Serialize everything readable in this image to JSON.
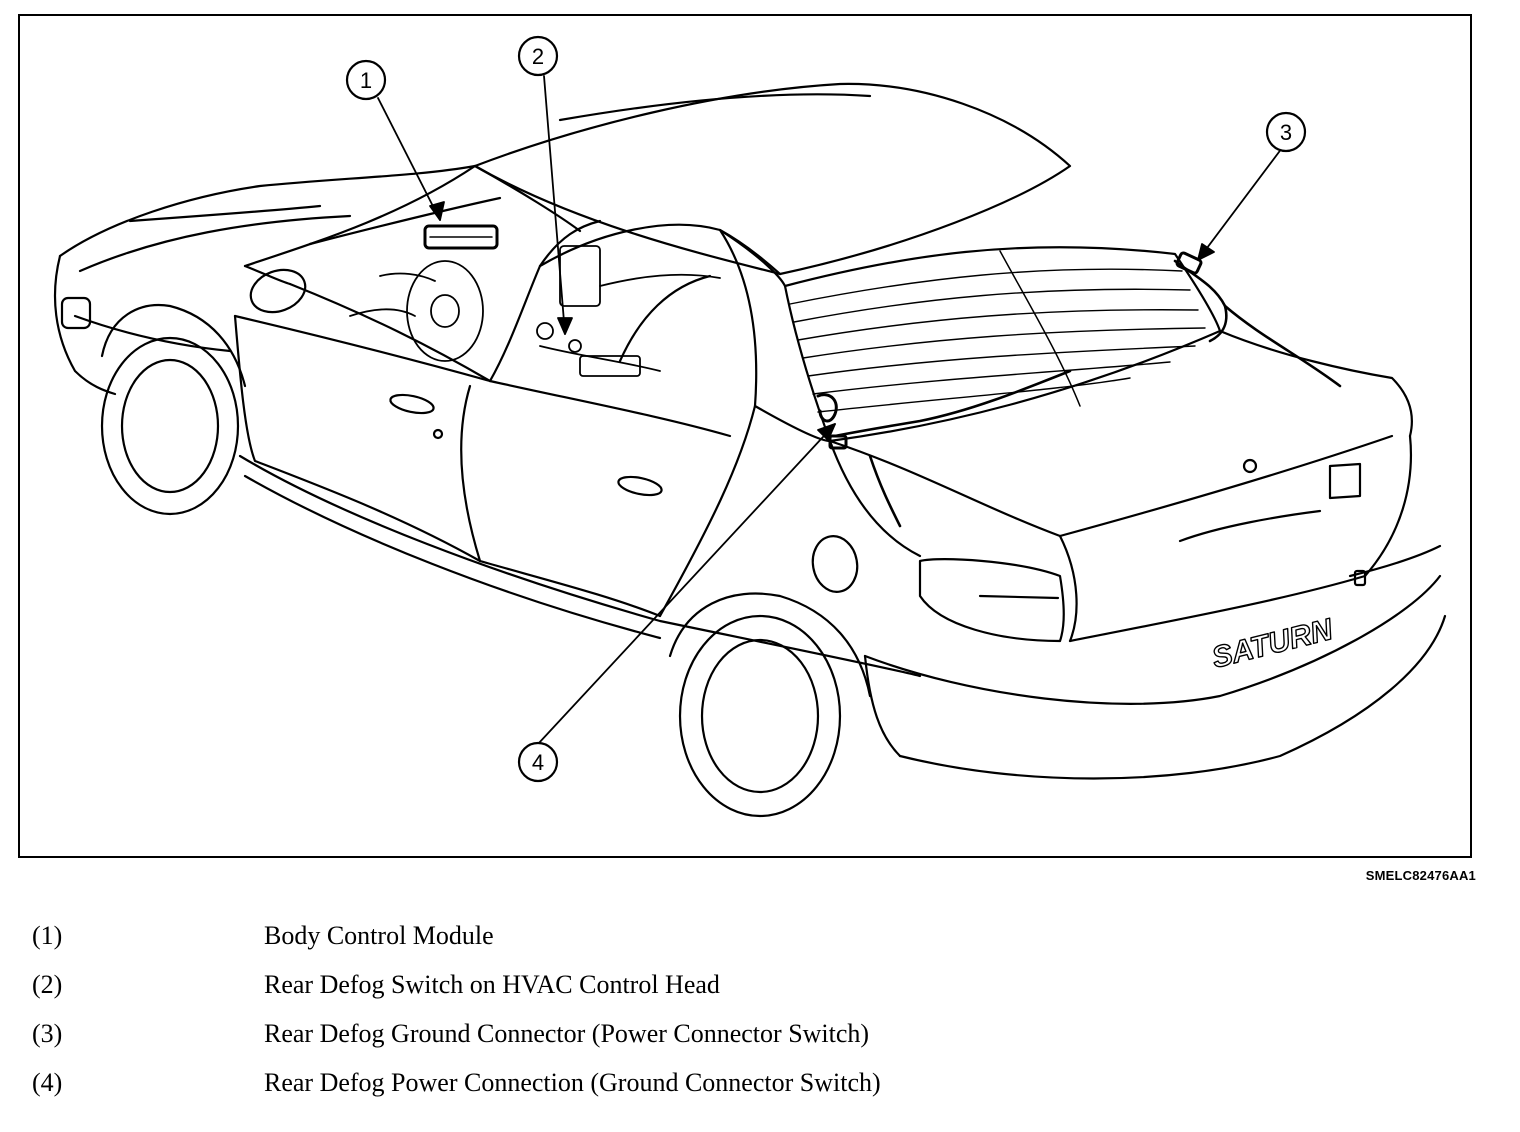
{
  "figure": {
    "code": "SMELC82476AA1",
    "callouts": [
      "1",
      "2",
      "3",
      "4"
    ],
    "badge_text": "SATURN"
  },
  "legend": [
    {
      "num": "(1)",
      "text": "Body Control Module"
    },
    {
      "num": "(2)",
      "text": "Rear Defog Switch on HVAC Control Head"
    },
    {
      "num": "(3)",
      "text": "Rear Defog Ground Connector (Power Connector Switch)"
    },
    {
      "num": "(4)",
      "text": "Rear Defog Power Connection (Ground Connector Switch)"
    }
  ]
}
